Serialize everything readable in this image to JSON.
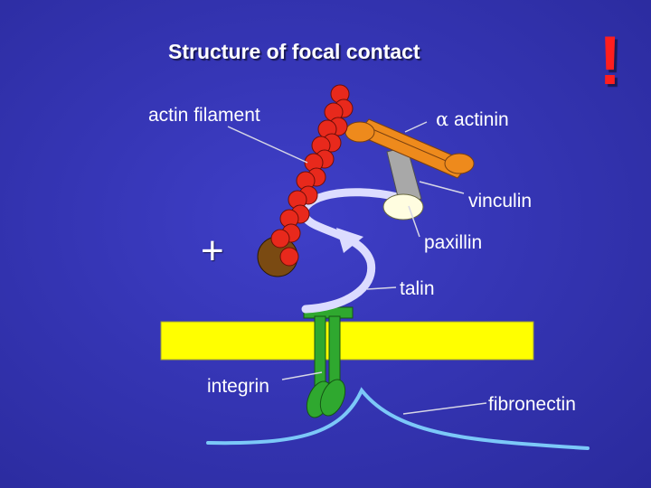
{
  "title": "Structure of focal contact",
  "exclamation": "!",
  "plus_sign": "+",
  "labels": {
    "actin_filament": "actin filament",
    "alpha_symbol": "α",
    "actinin": "actinin",
    "vinculin": "vinculin",
    "paxillin": "paxillin",
    "talin": "talin",
    "integrin": "integrin",
    "fibronectin": "fibronectin"
  },
  "colors": {
    "background": "#3535b4",
    "membrane": "#ffff00",
    "actin_bead": "#e8291c",
    "actin_end": "#7a4a12",
    "actinin": "#ee8a1c",
    "vinculin": "#a8a8a8",
    "paxillin": "#fffde0",
    "talin": "#dcdcff",
    "integrin": "#2fa82f",
    "fibronectin": "#7cc8f8",
    "exclamation": "#ff1e1e"
  }
}
